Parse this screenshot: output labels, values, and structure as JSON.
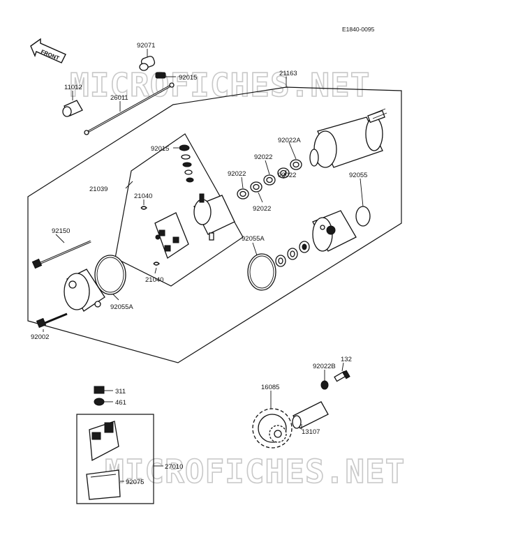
{
  "diagram_code": "E1840-0095",
  "front_label": "FRONT",
  "watermark": "MICROFICHES.NET",
  "parts": {
    "p92071": "92071",
    "p92015_top": "92015",
    "p21163": "21163",
    "p11012": "11012",
    "p26011": "26011",
    "p92015_mid": "92015",
    "p92022A": "92022A",
    "p92022_a": "92022",
    "p92022_b": "92022",
    "p92022_c": "92022",
    "p92022_d": "92022",
    "p21039": "21039",
    "p21040_top": "21040",
    "p92055": "92055",
    "p92150": "92150",
    "p92055A_right": "92055A",
    "p21040_bottom": "21040",
    "p92055A_left": "92055A",
    "p92002": "92002",
    "p132": "132",
    "p92022B": "92022B",
    "p16085": "16085",
    "p311": "311",
    "p461": "461",
    "p13107": "13107",
    "p27010": "27010",
    "p92075": "92075"
  }
}
